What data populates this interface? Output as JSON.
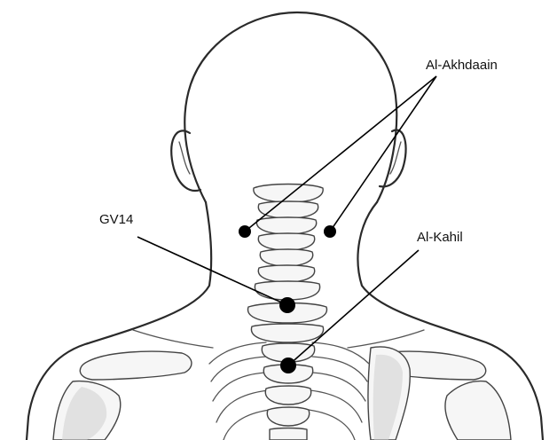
{
  "labels": {
    "akhdaain": "Al-Akhdaain",
    "gv14": "GV14",
    "kahil": "Al-Kahil"
  },
  "colors": {
    "ink": "#000000",
    "outline": "#2a2a2a",
    "background": "#ffffff"
  }
}
